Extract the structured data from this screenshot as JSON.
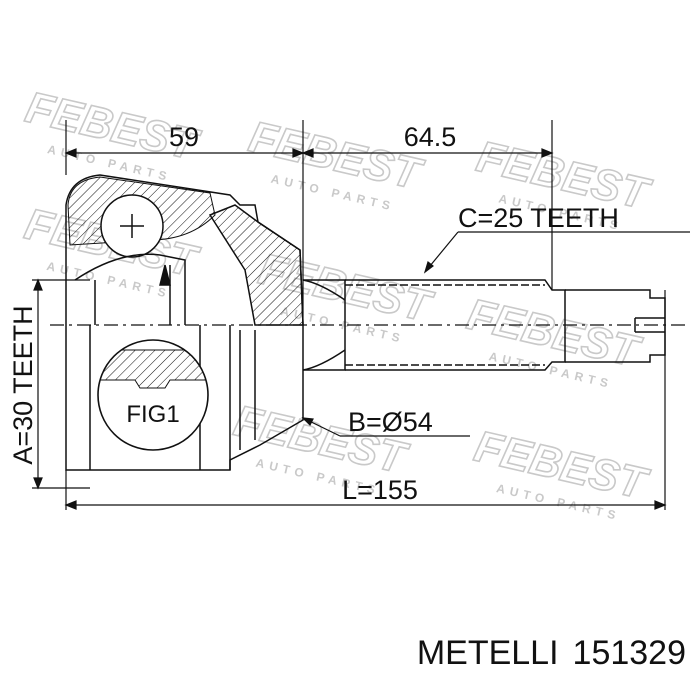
{
  "watermark": {
    "brand": "FEBEST",
    "tagline": "AUTO PARTS",
    "color": "#c9c9c9"
  },
  "dimensions": {
    "outer_length": "59",
    "shaft_length": "64.5",
    "spline_c": "C=25 TEETH",
    "spline_a": "A=30 TEETH",
    "diameter_b": "B=Ø54",
    "total_length": "L=155",
    "figure_label": "FIG1"
  },
  "footer": {
    "brand": "METELLI",
    "part_number": "151329"
  },
  "colors": {
    "line": "#111111",
    "background": "#ffffff"
  }
}
